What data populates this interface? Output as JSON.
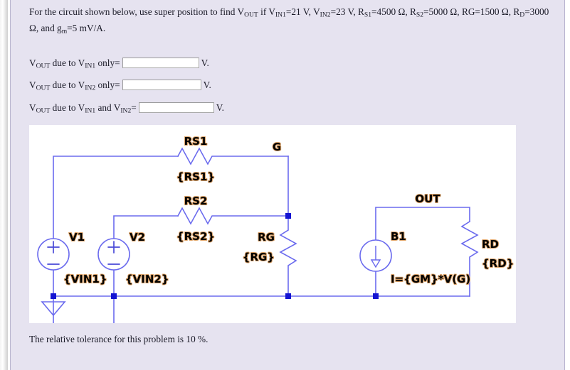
{
  "problem": {
    "text_part_1": "For the circuit shown below, use super position to find V",
    "vout_sub": "OUT",
    "text_part_2": " if V",
    "vin1_sub": "IN1",
    "vin1_val": "=21 V, V",
    "vin2_sub": "IN2",
    "vin2_val": "=23 V, R",
    "rs1_sub": "S1",
    "rs1_val": "=4500 Ω, R",
    "rs2_sub": "S2",
    "rs2_val": "=5000 Ω, RG=1500 Ω, R",
    "rd_sub": "D",
    "rd_val": "=3000 Ω, and g",
    "gm_sub": "m",
    "gm_val": "=5 mV/A.",
    "full_text": "For the circuit shown below, use super position to find VOUT if VIN1=21 V, VIN2=23 V, RS1=4500 Ω, RS2=5000 Ω, RG=1500 Ω, RD=3000 Ω, and gm=5 mV/A."
  },
  "answers": {
    "row1": {
      "label_a": "V",
      "label_a_sub": "OUT",
      "label_b": " due to V",
      "label_b_sub": "IN1",
      "label_c": " only=",
      "value": "",
      "placeholder": "",
      "unit": "V."
    },
    "row2": {
      "label_a": "V",
      "label_a_sub": "OUT",
      "label_b": " due to V",
      "label_b_sub": "IN2",
      "label_c": " only=",
      "value": "",
      "placeholder": "",
      "unit": "V."
    },
    "row3": {
      "label_a": "V",
      "label_a_sub": "OUT",
      "label_b": " due to V",
      "label_b_sub": "IN1",
      "label_c": " and V",
      "label_c_sub": "IN2",
      "label_d": "=",
      "value": "",
      "placeholder": "",
      "unit": "V."
    }
  },
  "schematic": {
    "labels": {
      "rs1_name": "RS1",
      "rs1_value": "{RS1}",
      "rs2_name": "RS2",
      "rs2_value": "{RS2}",
      "node_g": "G",
      "node_out": "OUT",
      "v1_name": "V1",
      "v1_value": "{VIN1}",
      "v2_name": "V2",
      "v2_value": "{VIN2}",
      "rg_name": "RG",
      "rg_value": "{RG}",
      "b1_name": "B1",
      "b1_expr": "I={GM}*V(G)",
      "rd_name": "RD",
      "rd_value": "{RD}",
      "plus_sign": "+",
      "minus_sign": "−"
    },
    "colors": {
      "wire": "#6b6bee",
      "junction": "#1414d2",
      "label_text": "#000000",
      "label_outline": "#d9a066",
      "canvas": "#ffffff"
    }
  },
  "footer": {
    "tolerance": "The relative tolerance for this problem is 10 %."
  },
  "theme": {
    "panel_background": "#e6e3f0",
    "text_color": "#1b1b28",
    "input_border": "#a9a9a9"
  }
}
